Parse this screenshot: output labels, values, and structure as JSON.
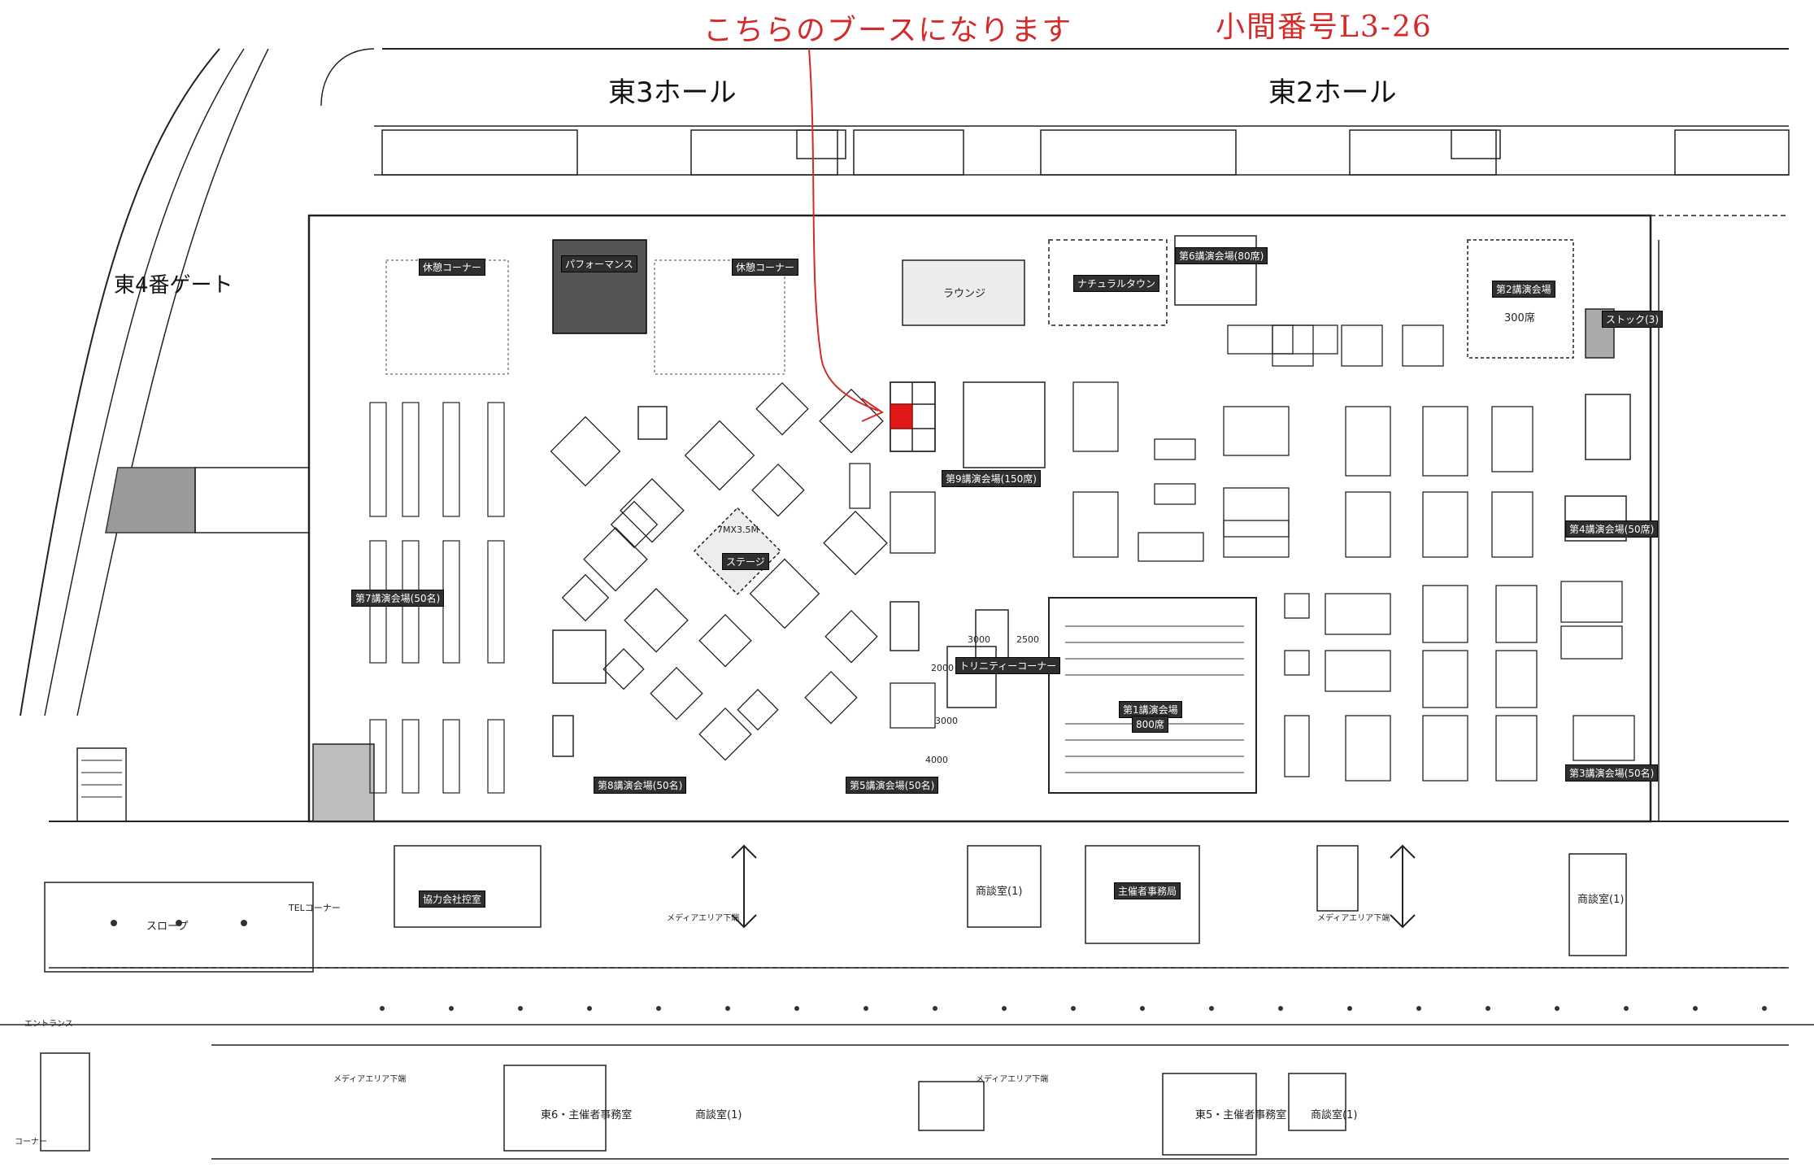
{
  "map": {
    "halls": {
      "east3": "東3ホール",
      "east2": "東2ホール"
    },
    "gate": "東4番ゲート",
    "annotation": {
      "booth_note": "こちらのブースになります",
      "booth_number": "小間番号L3-26",
      "color": "#d42a2a"
    },
    "booth_highlight_color": "#e01818",
    "tags": {
      "performance": "パフォーマンス",
      "rest_left": "休憩コーナー",
      "rest_mid": "休憩コーナー",
      "lounge": "ラウンジ",
      "natural_town": "ナチュラルタウン",
      "lecture6": "第6講演会場(80席)",
      "lecture2": "第2講演会場",
      "lecture2_seats": "300席",
      "stock": "ストック(3)",
      "lecture9": "第9講演会場(150席)",
      "lecture4": "第4講演会場(50席)",
      "stage": "ステージ",
      "stage_dim": "7MX3.5M",
      "lecture7": "第7講演会場(50名)",
      "trinity": "トリニティーコーナー",
      "lecture1": "第1講演会場",
      "lecture1_seats": "800席",
      "lecture8": "第8講演会場(50名)",
      "lecture5": "第5講演会場(50名)",
      "lecture3": "第3講演会場(50名)",
      "partner_room": "協力会社控室",
      "organizer_room": "主催者事務局",
      "meeting_room1": "商談室(1)",
      "meeting_room2": "商談室(1)",
      "slope": "スロープ",
      "tel_corner": "TELコーナー",
      "east6_office": "東6・主催者事務室",
      "east5_office": "東5・主催者事務室",
      "meeting_room3": "商談室(1)",
      "meeting_room4": "商談室(1)",
      "media_area1": "メディアエリア下端",
      "media_area2": "メディアエリア下端",
      "media_area3": "メディアエリア下端",
      "media_area4": "メディアエリア下端",
      "entrance": "エントランス",
      "corner": "コーナー"
    },
    "dims": [
      "3000",
      "2500",
      "2000",
      "3000",
      "4000"
    ]
  }
}
